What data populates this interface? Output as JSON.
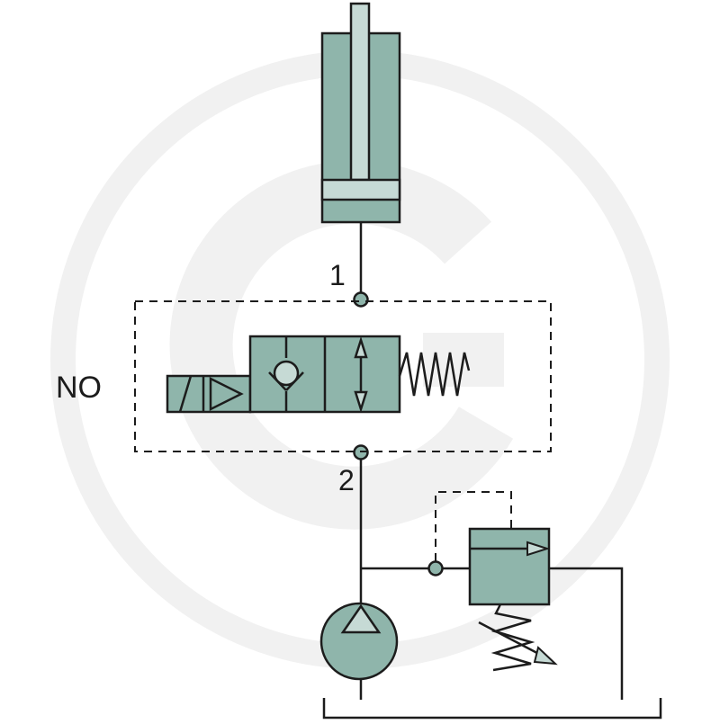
{
  "diagram": {
    "labels": {
      "port_1": "1",
      "port_2": "2",
      "valve_state": "NO"
    },
    "colors": {
      "fill": "#8fb5ab",
      "fill_light": "#c6dad5",
      "line": "#1c1c1c",
      "watermark": "#f1f1f1"
    },
    "components": [
      "hydraulic-cylinder-icon",
      "solenoid-valve-icon",
      "check-valve-icon",
      "spring-icon",
      "pressure-relief-valve-icon",
      "pump-icon",
      "tank-icon"
    ]
  }
}
